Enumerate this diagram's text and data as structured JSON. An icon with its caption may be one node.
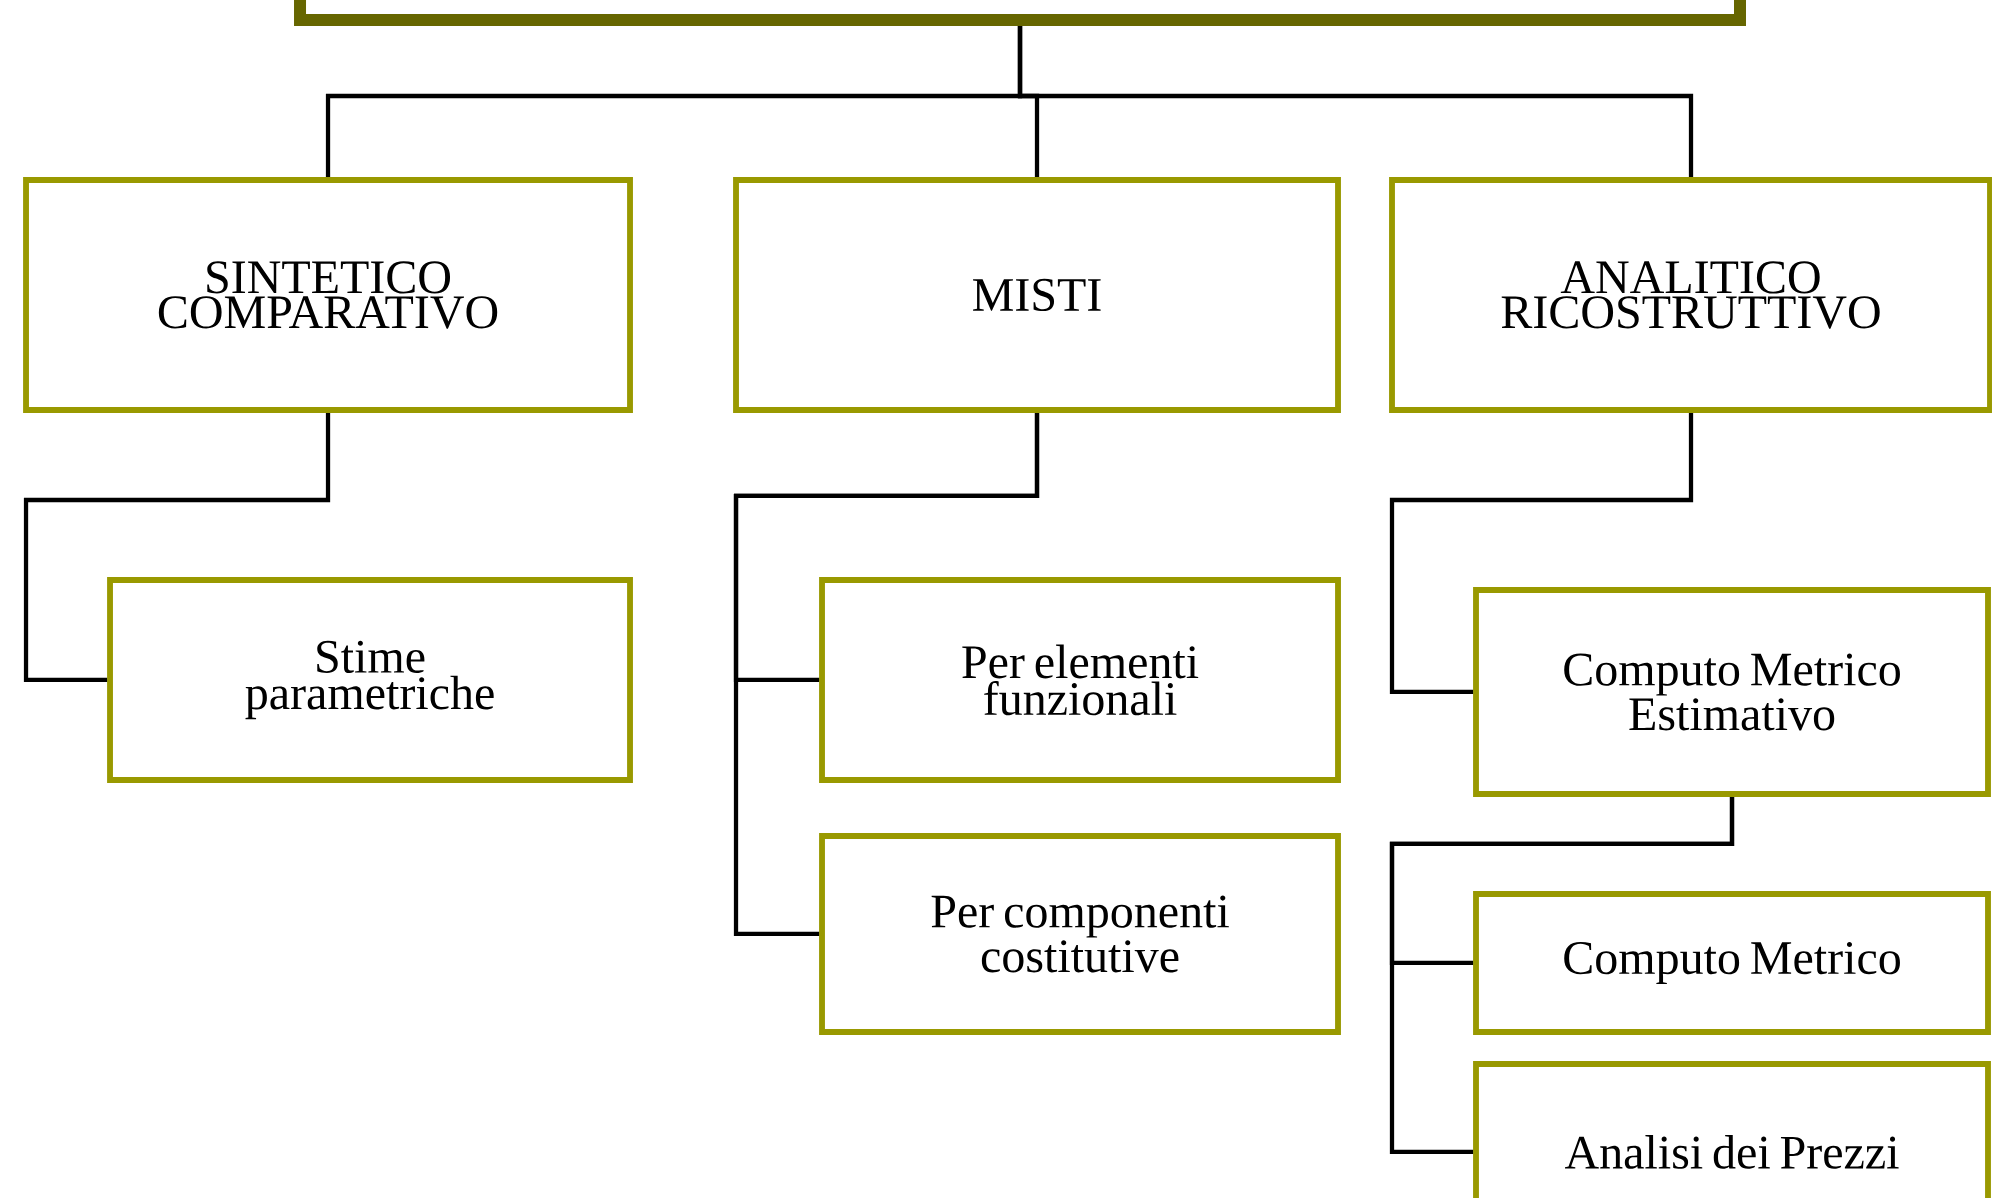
{
  "diagram": {
    "nodes": [
      {
        "text": [],
        "shape": "box"
      },
      {
        "text": [
          "SINTETICO COMPARATIVO"
        ]
      },
      {
        "text": [
          "MISTI"
        ]
      },
      {
        "text": [
          "ANALITICO RICOSTRUTTIVO"
        ]
      },
      {
        "text": [
          "Stime parametriche"
        ]
      },
      {
        "text": [
          "Per elementi funzionali"
        ]
      },
      {
        "text": [
          "Per componenti costitutive"
        ]
      },
      {
        "text": [
          "Computo Metrico Estimativo"
        ]
      },
      {
        "text": [
          "Computo Metrico"
        ]
      },
      {
        "text": [
          "Analisi dei Prezzi"
        ]
      }
    ],
    "edges": [
      {
        "from": 0,
        "to": 1,
        "arrow": "none"
      },
      {
        "from": 0,
        "to": 2,
        "arrow": "none"
      },
      {
        "from": 0,
        "to": 3,
        "arrow": "none"
      },
      {
        "from": 1,
        "to": 4,
        "arrow": "none"
      },
      {
        "from": 2,
        "to": 5,
        "arrow": "none"
      },
      {
        "from": 2,
        "to": 6,
        "arrow": "none"
      },
      {
        "from": 3,
        "to": 7,
        "arrow": "none"
      },
      {
        "from": 7,
        "to": 8,
        "arrow": "none"
      },
      {
        "from": 7,
        "to": 9,
        "arrow": "none"
      }
    ]
  }
}
